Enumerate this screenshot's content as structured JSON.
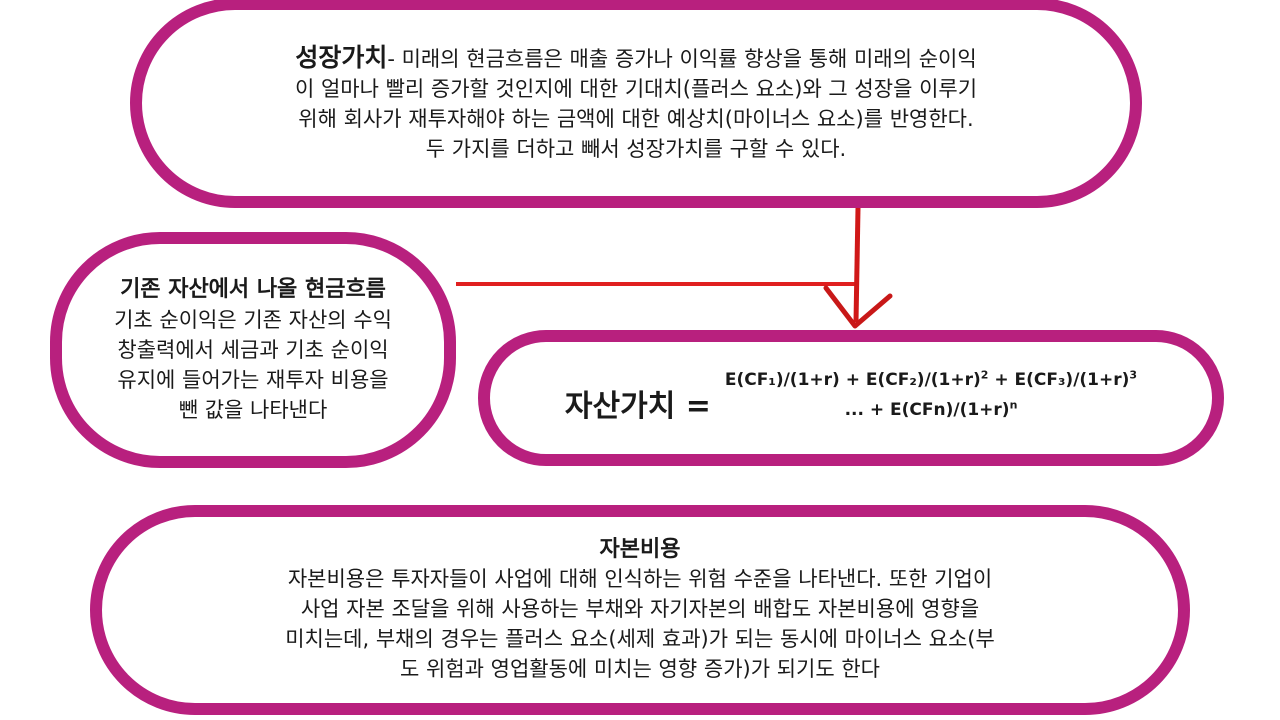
{
  "colors": {
    "border": "#b8207e",
    "arrow": "#e02020"
  },
  "growth": {
    "heading": "성장가치",
    "text_line1": "- 미래의 현금흐름은 매출 증가나 이익률 향상을 통해 미래의 순이익",
    "text_line2": "이 얼마나 빨리 증가할 것인지에 대한 기대치(플러스 요소)와 그 성장을 이루기",
    "text_line3": "위해 회사가 재투자해야 하는 금액에 대한 예상치(마이너스 요소)를 반영한다.",
    "text_line4": "두 가지를 더하고 빼서 성장가치를 구할 수 있다."
  },
  "existing": {
    "title": "기존 자산에서 나올 현금흐름",
    "line1": "기초 순이익은 기존 자산의 수익",
    "line2": "창출력에서 세금과 기초 순이익",
    "line3": "유지에 들어가는 재투자 비용을",
    "line4": "뺀 값을 나타낸다"
  },
  "asset": {
    "label": "자산가치 =",
    "f1": "E(CF₁)/(1+r) + E(CF₂)/(1+r)",
    "f1_exp": "2",
    "f2": " + E(CF₃)/(1+r)",
    "f2_exp": "3",
    "f3": "... + E(CFn)/(1+r)",
    "f3_exp": "n"
  },
  "capital": {
    "title": "자본비용",
    "line1": "자본비용은 투자자들이 사업에 대해 인식하는 위험 수준을 나타낸다. 또한 기업이",
    "line2": "사업 자본 조달을 위해 사용하는 부채와 자기자본의 배합도 자본비용에 영향을",
    "line3": "미치는데, 부채의 경우는 플러스 요소(세제 효과)가 되는 동시에 마이너스 요소(부",
    "line4": "도 위험과 영업활동에 미치는 영향 증가)가 되기도 한다"
  }
}
